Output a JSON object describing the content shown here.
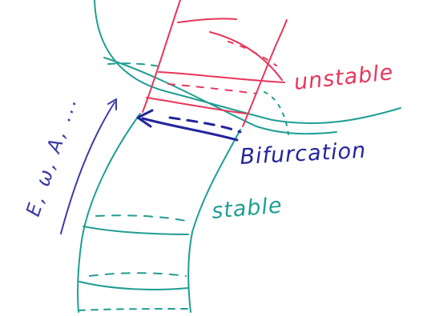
{
  "labels": {
    "unstable": "unstable",
    "bifurcation": "Bifurcation",
    "stable": "stable",
    "parameters": "E, ω, A, ..."
  },
  "colors": {
    "teal": "#1f9e93",
    "red": "#e8365a",
    "blue": "#23249b",
    "background": "#ffffff"
  }
}
